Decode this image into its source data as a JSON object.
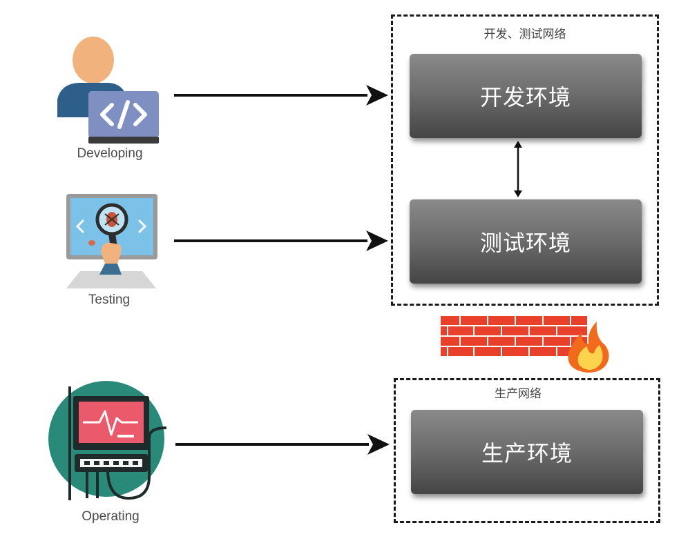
{
  "roles": [
    {
      "label": "Developing",
      "icon": "developer-laptop-icon"
    },
    {
      "label": "Testing",
      "icon": "bug-magnifier-monitor-icon"
    },
    {
      "label": "Operating",
      "icon": "server-monitor-icon"
    }
  ],
  "zones": {
    "dev_test": {
      "label": "开发、测试网络"
    },
    "prod": {
      "label": "生产网络"
    }
  },
  "environments": {
    "dev": "开发环境",
    "test": "测试环境",
    "prod": "生产环境"
  },
  "colors": {
    "env_box_top": "#8a8a8a",
    "env_box_bottom": "#454545",
    "brick": "#e8402a",
    "operating_circle": "#2a8a7a",
    "developer_shirt": "#2e5f8a",
    "developer_skin": "#f2b27e"
  }
}
